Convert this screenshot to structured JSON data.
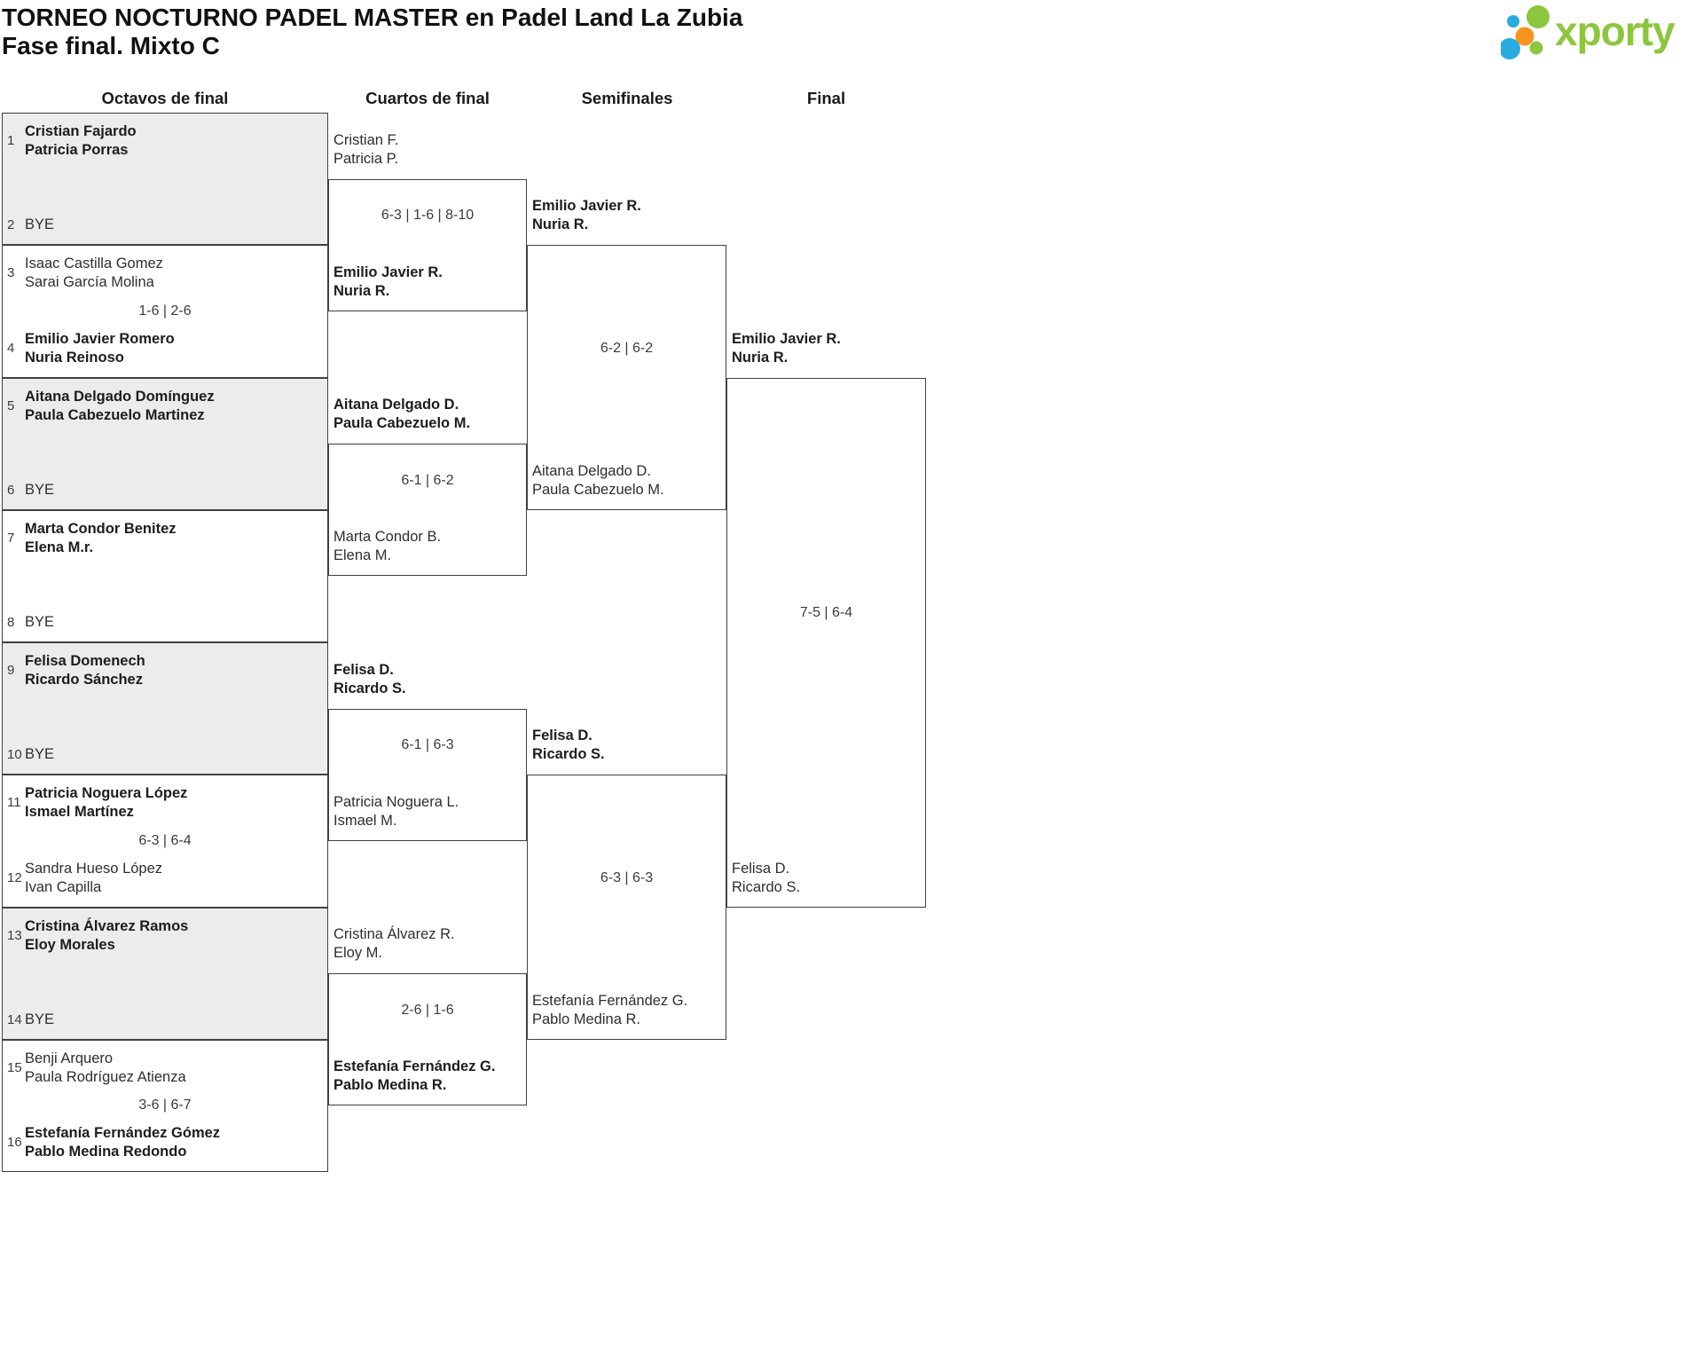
{
  "title": {
    "line1": "TORNEO NOCTURNO PADEL MASTER en Padel Land La Zubia",
    "line2": "Fase final. Mixto C"
  },
  "logo": {
    "text": "xporty",
    "green": "#8cc63f",
    "blue": "#29abe2",
    "orange": "#f7941d"
  },
  "rounds": [
    "Octavos de final",
    "Cuartos de final",
    "Semifinales",
    "Final"
  ],
  "bracket": {
    "octavos": [
      {
        "top": {
          "seed": "1",
          "players": [
            "Cristian Fajardo",
            "Patricia Porras"
          ]
        },
        "bottom": {
          "seed": "2",
          "players": [
            "BYE"
          ]
        },
        "score": "",
        "winner": "top"
      },
      {
        "top": {
          "seed": "3",
          "players": [
            "Isaac Castilla Gomez",
            "Sarai García Molina"
          ]
        },
        "bottom": {
          "seed": "4",
          "players": [
            "Emilio Javier Romero",
            "Nuria Reinoso"
          ]
        },
        "score": "1-6 | 2-6",
        "winner": "bottom"
      },
      {
        "top": {
          "seed": "5",
          "players": [
            "Aitana Delgado Domínguez",
            "Paula Cabezuelo Martinez"
          ]
        },
        "bottom": {
          "seed": "6",
          "players": [
            "BYE"
          ]
        },
        "score": "",
        "winner": "top"
      },
      {
        "top": {
          "seed": "7",
          "players": [
            "Marta Condor Benitez",
            "Elena M.r."
          ]
        },
        "bottom": {
          "seed": "8",
          "players": [
            "BYE"
          ]
        },
        "score": "",
        "winner": "top"
      },
      {
        "top": {
          "seed": "9",
          "players": [
            "Felisa Domenech",
            "Ricardo Sánchez"
          ]
        },
        "bottom": {
          "seed": "10",
          "players": [
            "BYE"
          ]
        },
        "score": "",
        "winner": "top"
      },
      {
        "top": {
          "seed": "11",
          "players": [
            "Patricia Noguera López",
            "Ismael Martínez"
          ]
        },
        "bottom": {
          "seed": "12",
          "players": [
            "Sandra Hueso López",
            "Ivan Capilla"
          ]
        },
        "score": "6-3 | 6-4",
        "winner": "top"
      },
      {
        "top": {
          "seed": "13",
          "players": [
            "Cristina Álvarez Ramos",
            "Eloy Morales"
          ]
        },
        "bottom": {
          "seed": "14",
          "players": [
            "BYE"
          ]
        },
        "score": "",
        "winner": "top"
      },
      {
        "top": {
          "seed": "15",
          "players": [
            "Benji Arquero",
            "Paula Rodríguez Atienza"
          ]
        },
        "bottom": {
          "seed": "16",
          "players": [
            "Estefanía Fernández Gómez",
            "Pablo Medina Redondo"
          ]
        },
        "score": "3-6 | 6-7",
        "winner": "bottom"
      }
    ],
    "cuartos": [
      {
        "top": {
          "players": [
            "Cristian F.",
            "Patricia P."
          ]
        },
        "bottom": {
          "players": [
            "Emilio Javier R.",
            "Nuria R."
          ]
        },
        "score": "6-3 | 1-6 | 8-10",
        "winner": "bottom"
      },
      {
        "top": {
          "players": [
            "Aitana Delgado D.",
            "Paula Cabezuelo M."
          ]
        },
        "bottom": {
          "players": [
            "Marta Condor B.",
            "Elena M."
          ]
        },
        "score": "6-1 | 6-2",
        "winner": "top"
      },
      {
        "top": {
          "players": [
            "Felisa D.",
            "Ricardo S."
          ]
        },
        "bottom": {
          "players": [
            "Patricia Noguera L.",
            "Ismael M."
          ]
        },
        "score": "6-1 | 6-3",
        "winner": "top"
      },
      {
        "top": {
          "players": [
            "Cristina Álvarez R.",
            "Eloy M."
          ]
        },
        "bottom": {
          "players": [
            "Estefanía Fernández G.",
            "Pablo Medina R."
          ]
        },
        "score": "2-6 | 1-6",
        "winner": "bottom"
      }
    ],
    "semifinales": [
      {
        "top": {
          "players": [
            "Emilio Javier R.",
            "Nuria R."
          ]
        },
        "bottom": {
          "players": [
            "Aitana Delgado D.",
            "Paula Cabezuelo M."
          ]
        },
        "score": "6-2 | 6-2",
        "winner": "top"
      },
      {
        "top": {
          "players": [
            "Felisa D.",
            "Ricardo S."
          ]
        },
        "bottom": {
          "players": [
            "Estefanía Fernández G.",
            "Pablo Medina R."
          ]
        },
        "score": "6-3 | 6-3",
        "winner": "top"
      }
    ],
    "final": [
      {
        "top": {
          "players": [
            "Emilio Javier R.",
            "Nuria R."
          ]
        },
        "bottom": {
          "players": [
            "Felisa D.",
            "Ricardo S."
          ]
        },
        "score": "7-5 | 6-4",
        "winner": "top"
      }
    ]
  }
}
